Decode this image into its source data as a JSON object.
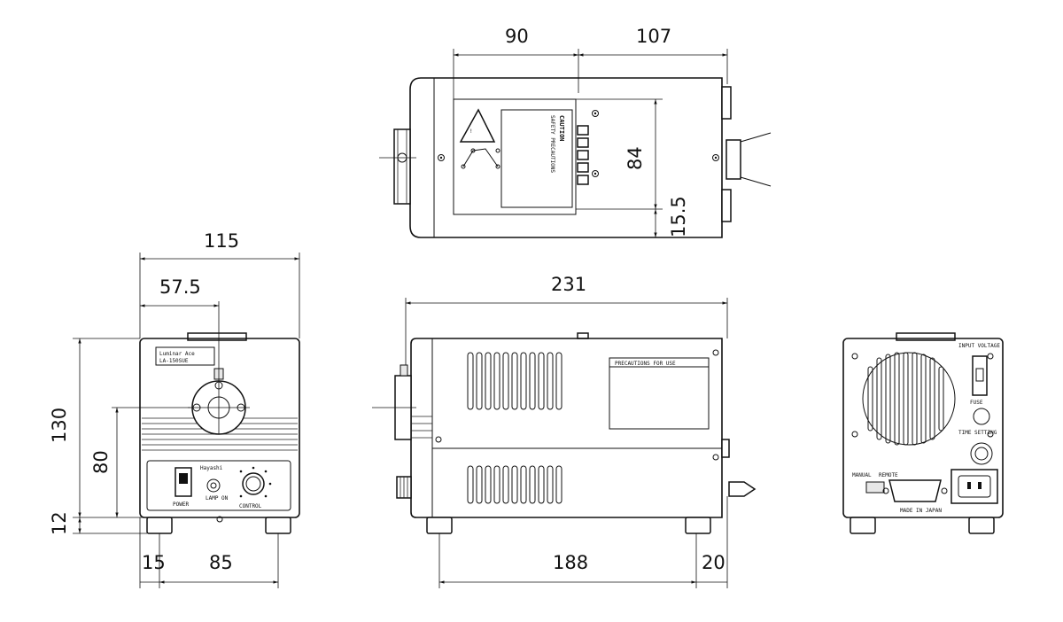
{
  "dimensions": {
    "top_view": {
      "left": "90",
      "right": "107",
      "height": "84",
      "offset": "15.5"
    },
    "front_view": {
      "width": "115",
      "half_width": "57.5",
      "height": "130",
      "lens_height": "80",
      "foot_height": "12",
      "foot_offset": "15",
      "foot_spacing": "85"
    },
    "side_view": {
      "length": "231",
      "foot_spacing": "188",
      "rear_offset": "20"
    }
  },
  "front_panel": {
    "badge_line1": "Luminar Ace",
    "badge_line2": "LA-150SUE",
    "brand": "Hayashi",
    "power_label": "POWER",
    "lamp_label": "LAMP ON",
    "control_label": "CONTROL"
  },
  "top_panel": {
    "caution_title": "CAUTION",
    "caution_subtitle": "SAFETY PRECAUTIONS"
  },
  "side_panel": {
    "plate_title": "PRECAUTIONS FOR USE"
  },
  "rear_panel": {
    "voltage_label": "INPUT VOLTAGE",
    "manual_label": "MANUAL",
    "remote_label": "REMOTE",
    "fuse_label": "FUSE",
    "timer_label": "TIME SETTING",
    "origin_label": "MADE IN JAPAN"
  }
}
